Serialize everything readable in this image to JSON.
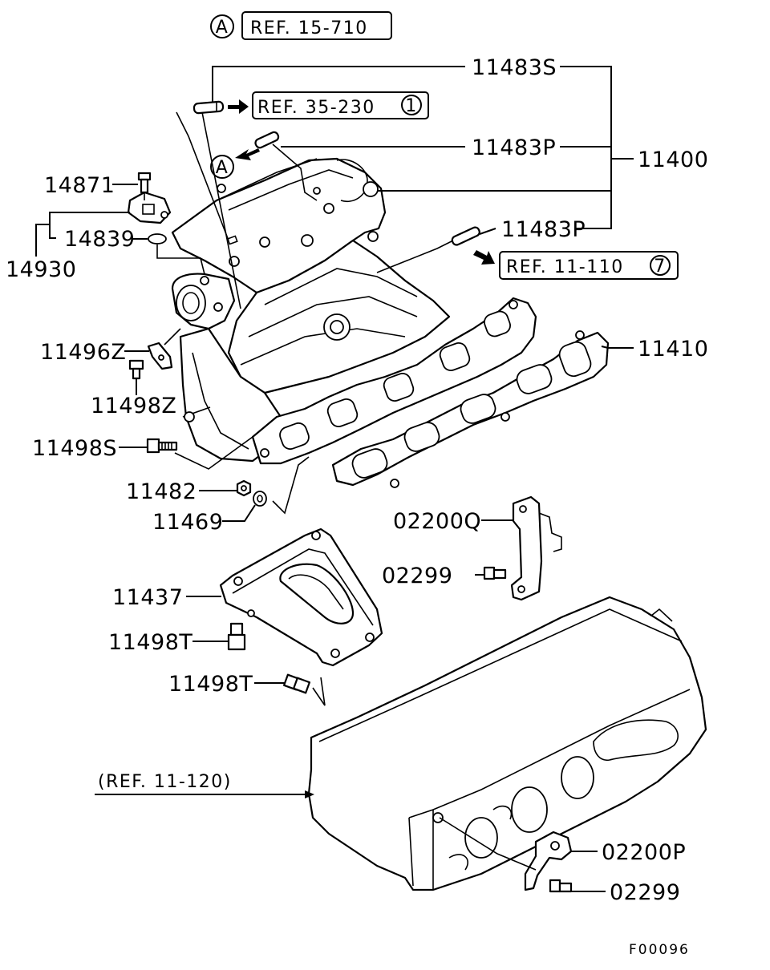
{
  "figure_code": "F00096",
  "references": {
    "ref_15_710": {
      "marker": "A",
      "text": "REF. 15-710"
    },
    "ref_35_230": {
      "text": "REF. 35-230",
      "num": "1"
    },
    "ref_11_110": {
      "text": "REF. 11-110",
      "num": "7"
    },
    "ref_11_120": {
      "text": "(REF. 11-120)"
    },
    "marker_a": "A"
  },
  "labels": {
    "p11483S": "11483S",
    "p11483P_upper": "11483P",
    "p11483P_lower": "11483P",
    "p11400": "11400",
    "p14871": "14871",
    "p14839": "14839",
    "p14930": "14930",
    "p11410": "11410",
    "p11496Z": "11496Z",
    "p11498Z": "11498Z",
    "p11498S": "11498S",
    "p11482": "11482",
    "p11469": "11469",
    "p02200Q": "02200Q",
    "p02299_upper": "02299",
    "p11437": "11437",
    "p11498T_upper": "11498T",
    "p11498T_lower": "11498T",
    "p02200P": "02200P",
    "p02299_lower": "02299"
  }
}
